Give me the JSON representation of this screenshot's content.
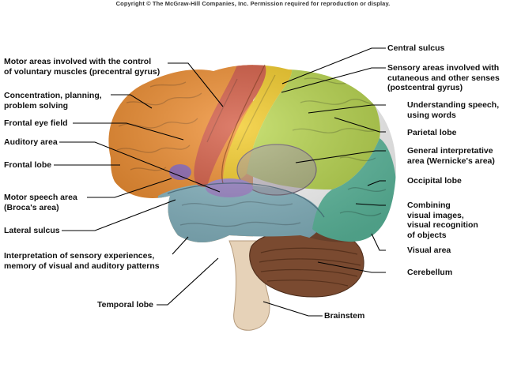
{
  "copyright": "Copyright © The McGraw-Hill Companies, Inc. Permission required for reproduction or display.",
  "labels": {
    "motor_areas": [
      "Motor areas involved with the control",
      "of voluntary muscles (precentral gyrus)"
    ],
    "concentration": [
      "Concentration, planning,",
      "problem solving"
    ],
    "frontal_eye_field": "Frontal eye field",
    "auditory_area": "Auditory area",
    "frontal_lobe": "Frontal lobe",
    "motor_speech": [
      "Motor speech area",
      "(Broca's area)"
    ],
    "lateral_sulcus": "Lateral sulcus",
    "interpretation": [
      "Interpretation of sensory experiences,",
      "memory of visual and auditory patterns"
    ],
    "temporal_lobe": "Temporal lobe",
    "central_sulcus": "Central sulcus",
    "sensory_areas": [
      "Sensory areas involved with",
      "cutaneous and other senses",
      "(postcentral gyrus)"
    ],
    "understanding_speech": [
      "Understanding speech,",
      "using words"
    ],
    "parietal_lobe": "Parietal lobe",
    "general_interpretative": [
      "General interpretative",
      "area (Wernicke's area)"
    ],
    "occipital_lobe": "Occipital lobe",
    "combining": [
      "Combining",
      "visual images,",
      "visual recognition",
      "of objects"
    ],
    "visual_area": "Visual area",
    "cerebellum": "Cerebellum",
    "brainstem": "Brainstem"
  },
  "colors": {
    "frontal": "#f08a28",
    "precentral": "#d2533a",
    "postcentral": "#f2c81c",
    "parietal": "#b9d84a",
    "occipital": "#5fc0a3",
    "temporal": "#86b7c4",
    "wernicke": "#9e8fa0",
    "broca": "#8a62b0",
    "auditory": "#9b84c8",
    "cerebellum": "#7a4a30",
    "brainstem": "#e6d2b8"
  }
}
